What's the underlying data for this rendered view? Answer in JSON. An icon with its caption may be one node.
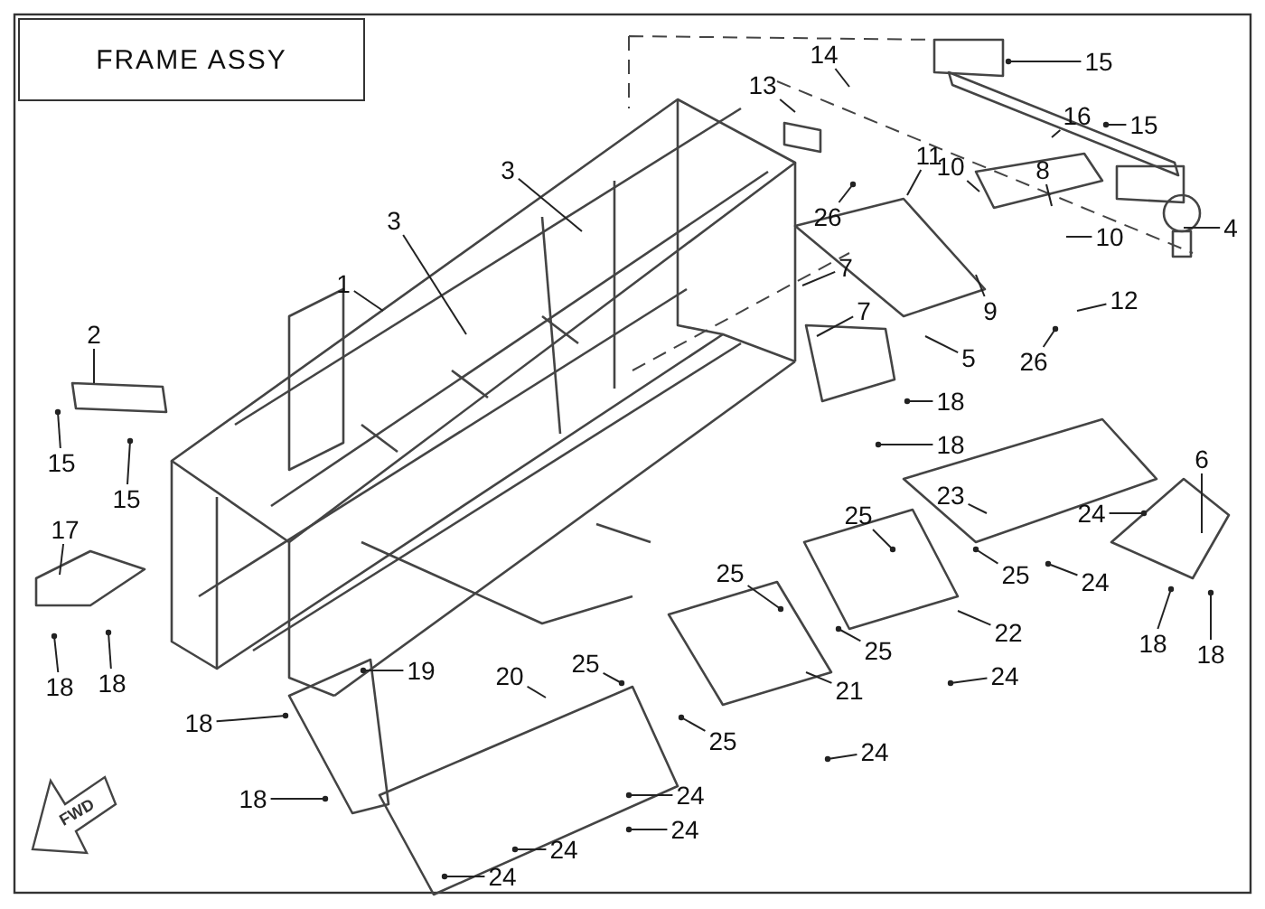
{
  "diagram": {
    "title": "FRAME ASSY",
    "nodes": [
      {
        "text": [
          "1"
        ]
      },
      {
        "text": [
          "2"
        ]
      },
      {
        "text": [
          "3"
        ]
      },
      {
        "text": [
          "3"
        ]
      },
      {
        "text": [
          "4"
        ]
      },
      {
        "text": [
          "5"
        ]
      },
      {
        "text": [
          "6"
        ]
      },
      {
        "text": [
          "7"
        ]
      },
      {
        "text": [
          "7"
        ]
      },
      {
        "text": [
          "8"
        ]
      },
      {
        "text": [
          "9"
        ]
      },
      {
        "text": [
          "10"
        ]
      },
      {
        "text": [
          "10"
        ]
      },
      {
        "text": [
          "11"
        ]
      },
      {
        "text": [
          "12"
        ]
      },
      {
        "text": [
          "13"
        ]
      },
      {
        "text": [
          "14"
        ]
      },
      {
        "text": [
          "15"
        ]
      },
      {
        "text": [
          "15"
        ]
      },
      {
        "text": [
          "15"
        ]
      },
      {
        "text": [
          "15"
        ]
      },
      {
        "text": [
          "16"
        ]
      },
      {
        "text": [
          "17"
        ]
      },
      {
        "text": [
          "18"
        ]
      },
      {
        "text": [
          "18"
        ]
      },
      {
        "text": [
          "18"
        ]
      },
      {
        "text": [
          "18"
        ]
      },
      {
        "text": [
          "18"
        ]
      },
      {
        "text": [
          "18"
        ]
      },
      {
        "text": [
          "18"
        ]
      },
      {
        "text": [
          "18"
        ]
      },
      {
        "text": [
          "19"
        ]
      },
      {
        "text": [
          "20"
        ]
      },
      {
        "text": [
          "21"
        ]
      },
      {
        "text": [
          "22"
        ]
      },
      {
        "text": [
          "23"
        ]
      },
      {
        "text": [
          "24"
        ]
      },
      {
        "text": [
          "24"
        ]
      },
      {
        "text": [
          "24"
        ]
      },
      {
        "text": [
          "24"
        ]
      },
      {
        "text": [
          "24"
        ]
      },
      {
        "text": [
          "24"
        ]
      },
      {
        "text": [
          "24"
        ]
      },
      {
        "text": [
          "24"
        ]
      },
      {
        "text": [
          "25"
        ]
      },
      {
        "text": [
          "25"
        ]
      },
      {
        "text": [
          "25"
        ]
      },
      {
        "text": [
          "25"
        ]
      },
      {
        "text": [
          "25"
        ]
      },
      {
        "text": [
          "25"
        ]
      },
      {
        "text": [
          "26"
        ]
      },
      {
        "text": [
          "26"
        ]
      }
    ],
    "edges": [
      {
        "from": 0,
        "to": null,
        "arrow": "none"
      },
      {
        "from": 1,
        "to": null,
        "arrow": "none"
      },
      {
        "from": 2,
        "to": null,
        "arrow": "none"
      },
      {
        "from": 3,
        "to": null,
        "arrow": "none"
      },
      {
        "from": 4,
        "to": null,
        "arrow": "none"
      },
      {
        "from": 5,
        "to": null,
        "arrow": "none"
      },
      {
        "from": 6,
        "to": null,
        "arrow": "none"
      },
      {
        "from": 7,
        "to": null,
        "arrow": "none"
      },
      {
        "from": 8,
        "to": null,
        "arrow": "none"
      },
      {
        "from": 9,
        "to": null,
        "arrow": "none"
      },
      {
        "from": 10,
        "to": null,
        "arrow": "none"
      },
      {
        "from": 11,
        "to": null,
        "arrow": "none"
      },
      {
        "from": 12,
        "to": null,
        "arrow": "none"
      },
      {
        "from": 13,
        "to": null,
        "arrow": "none"
      },
      {
        "from": 14,
        "to": null,
        "arrow": "none"
      },
      {
        "from": 15,
        "to": null,
        "arrow": "none"
      },
      {
        "from": 16,
        "to": null,
        "arrow": "none"
      },
      {
        "from": 17,
        "to": null,
        "arrow": "other"
      },
      {
        "from": 18,
        "to": null,
        "arrow": "other"
      },
      {
        "from": 19,
        "to": null,
        "arrow": "other"
      },
      {
        "from": 20,
        "to": null,
        "arrow": "other"
      },
      {
        "from": 21,
        "to": null,
        "arrow": "none"
      },
      {
        "from": 22,
        "to": null,
        "arrow": "none"
      },
      {
        "from": 23,
        "to": null,
        "arrow": "other"
      },
      {
        "from": 24,
        "to": null,
        "arrow": "other"
      },
      {
        "from": 25,
        "to": null,
        "arrow": "other"
      },
      {
        "from": 26,
        "to": null,
        "arrow": "other"
      },
      {
        "from": 27,
        "to": null,
        "arrow": "other"
      },
      {
        "from": 28,
        "to": null,
        "arrow": "other"
      },
      {
        "from": 29,
        "to": null,
        "arrow": "other"
      },
      {
        "from": 30,
        "to": null,
        "arrow": "other"
      },
      {
        "from": 31,
        "to": null,
        "arrow": "other"
      },
      {
        "from": 32,
        "to": null,
        "arrow": "none"
      },
      {
        "from": 33,
        "to": null,
        "arrow": "none"
      },
      {
        "from": 34,
        "to": null,
        "arrow": "none"
      },
      {
        "from": 35,
        "to": null,
        "arrow": "none"
      },
      {
        "from": 36,
        "to": null,
        "arrow": "other"
      },
      {
        "from": 37,
        "to": null,
        "arrow": "other"
      },
      {
        "from": 38,
        "to": null,
        "arrow": "other"
      },
      {
        "from": 39,
        "to": null,
        "arrow": "other"
      },
      {
        "from": 40,
        "to": null,
        "arrow": "other"
      },
      {
        "from": 41,
        "to": null,
        "arrow": "other"
      },
      {
        "from": 42,
        "to": null,
        "arrow": "other"
      },
      {
        "from": 43,
        "to": null,
        "arrow": "other"
      },
      {
        "from": 44,
        "to": null,
        "arrow": "other"
      },
      {
        "from": 45,
        "to": null,
        "arrow": "other"
      },
      {
        "from": 46,
        "to": null,
        "arrow": "other"
      },
      {
        "from": 47,
        "to": null,
        "arrow": "other"
      },
      {
        "from": 48,
        "to": null,
        "arrow": "other"
      },
      {
        "from": 49,
        "to": null,
        "arrow": "other"
      },
      {
        "from": 50,
        "to": null,
        "arrow": "other"
      },
      {
        "from": 51,
        "to": null,
        "arrow": "other"
      }
    ],
    "labels": [
      "FWD"
    ]
  }
}
